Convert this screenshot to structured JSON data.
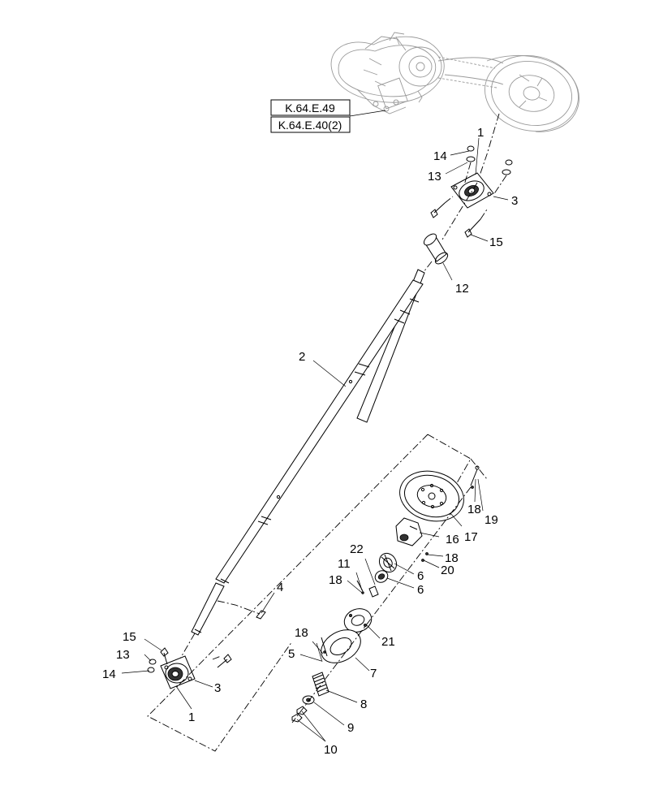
{
  "references": [
    {
      "id": "ref-box-k64e49",
      "text": "K.64.E.49"
    },
    {
      "id": "ref-box-k64e40",
      "text": "K.64.E.40(2)"
    }
  ],
  "callouts": [
    {
      "id": "callout-1-top",
      "text": "1"
    },
    {
      "id": "callout-14-top",
      "text": "14"
    },
    {
      "id": "callout-13-top",
      "text": "13"
    },
    {
      "id": "callout-3-top",
      "text": "3"
    },
    {
      "id": "callout-15-top",
      "text": "15"
    },
    {
      "id": "callout-12",
      "text": "12"
    },
    {
      "id": "callout-2",
      "text": "2"
    },
    {
      "id": "callout-4",
      "text": "4"
    },
    {
      "id": "callout-15-bottom",
      "text": "15"
    },
    {
      "id": "callout-13-bottom",
      "text": "13"
    },
    {
      "id": "callout-14-bottom",
      "text": "14"
    },
    {
      "id": "callout-3-bottom",
      "text": "3"
    },
    {
      "id": "callout-1-bottom",
      "text": "1"
    },
    {
      "id": "callout-18-a",
      "text": "18"
    },
    {
      "id": "callout-19",
      "text": "19"
    },
    {
      "id": "callout-17",
      "text": "17"
    },
    {
      "id": "callout-16",
      "text": "16"
    },
    {
      "id": "callout-18-b",
      "text": "18"
    },
    {
      "id": "callout-20",
      "text": "20"
    },
    {
      "id": "callout-22",
      "text": "22"
    },
    {
      "id": "callout-11",
      "text": "11"
    },
    {
      "id": "callout-18-c",
      "text": "18"
    },
    {
      "id": "callout-6-a",
      "text": "6"
    },
    {
      "id": "callout-6-b",
      "text": "6"
    },
    {
      "id": "callout-18-d",
      "text": "18"
    },
    {
      "id": "callout-5",
      "text": "5"
    },
    {
      "id": "callout-21",
      "text": "21"
    },
    {
      "id": "callout-7",
      "text": "7"
    },
    {
      "id": "callout-8",
      "text": "8"
    },
    {
      "id": "callout-9",
      "text": "9"
    },
    {
      "id": "callout-10",
      "text": "10"
    }
  ]
}
